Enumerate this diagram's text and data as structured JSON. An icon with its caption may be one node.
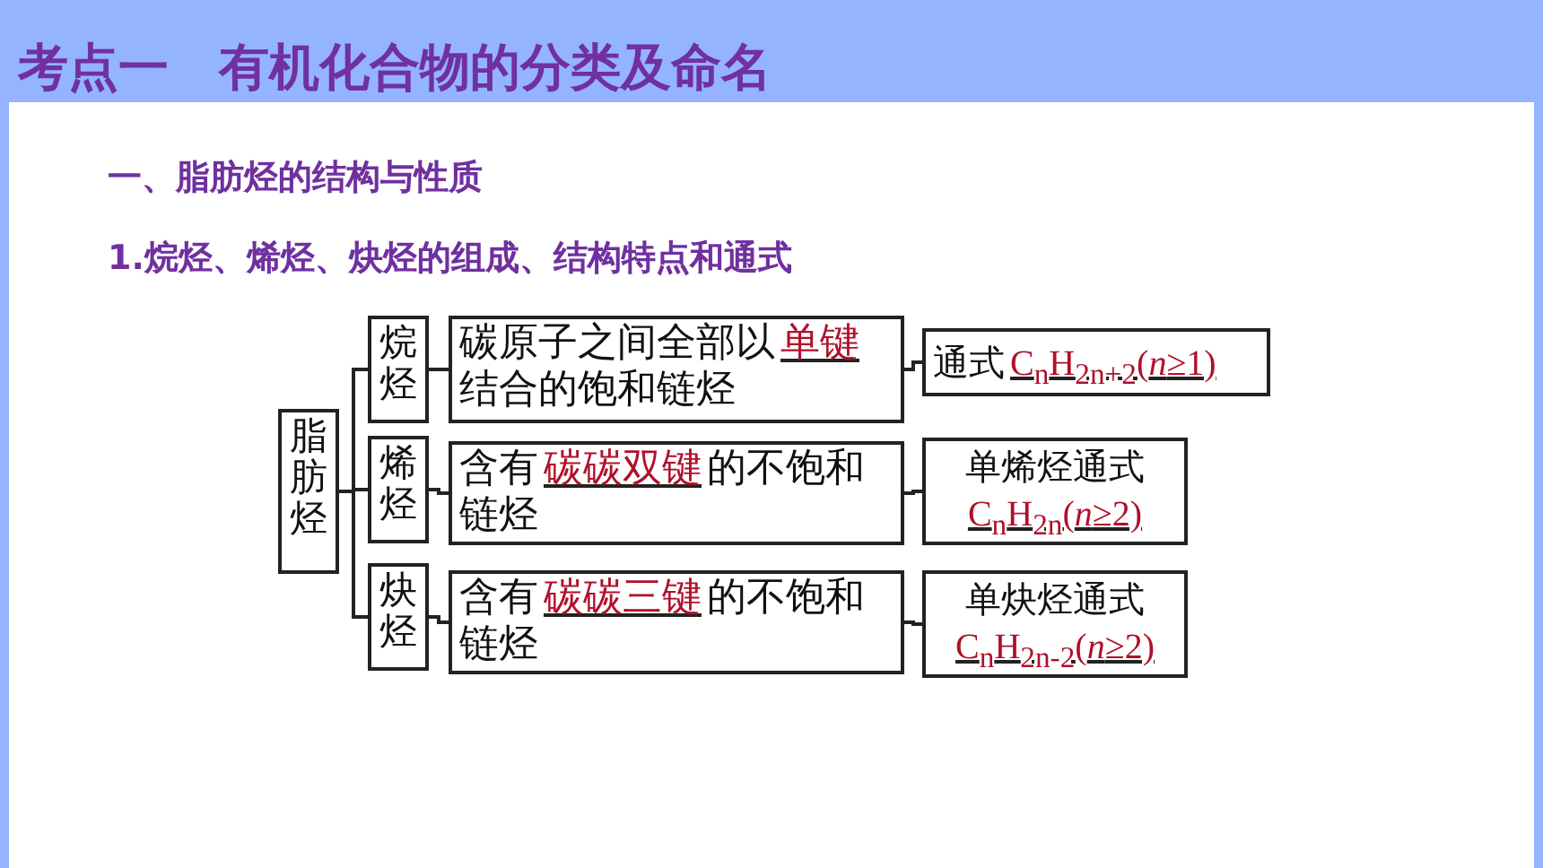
{
  "diagram": {
    "title": "考点一　有机化合物的分类及命名",
    "nodes": [
      {
        "text": [
          "脂肪烃"
        ]
      },
      {
        "text": [
          "烷烃"
        ]
      },
      {
        "text": [
          "碳原子之间全部以",
          "单键",
          "结合的饱和链烃"
        ]
      },
      {
        "text": [
          "通式",
          "C$_{n}$H$_{2n+2}$(*n*≥1)"
        ]
      },
      {
        "text": [
          "烯烃"
        ]
      },
      {
        "text": [
          "含有",
          "碳碳双键",
          "的不饱和链烃"
        ]
      },
      {
        "text": [
          "单烯烃通式",
          "C$_{n}$H$_{2n}$(*n*≥2)"
        ]
      },
      {
        "text": [
          "炔烃"
        ]
      },
      {
        "text": [
          "含有",
          "碳碳三键",
          "的不饱和链烃"
        ]
      },
      {
        "text": [
          "单炔烃通式",
          "C$_{n}$H$_{2n-2}$(*n*≥2)"
        ]
      }
    ],
    "edges": [
      {
        "from": 0,
        "to": 1,
        "arrow": "none"
      },
      {
        "from": 0,
        "to": 4,
        "arrow": "none"
      },
      {
        "from": 0,
        "to": 7,
        "arrow": "none"
      },
      {
        "from": 1,
        "to": 2,
        "arrow": "none"
      },
      {
        "from": 2,
        "to": 3,
        "arrow": "none"
      },
      {
        "from": 4,
        "to": 5,
        "arrow": "none"
      },
      {
        "from": 5,
        "to": 6,
        "arrow": "none"
      },
      {
        "from": 7,
        "to": 8,
        "arrow": "none"
      },
      {
        "from": 8,
        "to": 9,
        "arrow": "none"
      }
    ],
    "labels": [
      "一、脂肪烃的结构与性质",
      "1.烷烃、烯烃、炔烃的组成、结构特点和通式"
    ]
  }
}
